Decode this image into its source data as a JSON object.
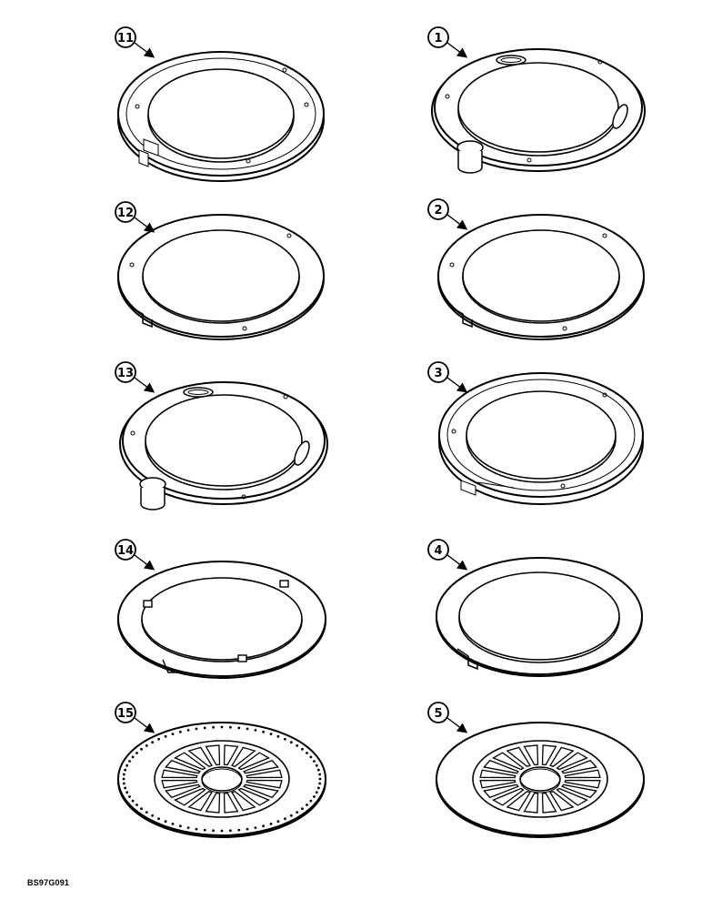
{
  "figure_code": "BS97G091",
  "colors": {
    "line": "#000000",
    "paper": "#ffffff"
  },
  "parts": [
    {
      "callout": "11",
      "kind": "thick-ring"
    },
    {
      "callout": "1",
      "kind": "tab-ring"
    },
    {
      "callout": "12",
      "kind": "flat-plate"
    },
    {
      "callout": "2",
      "kind": "flat-plate"
    },
    {
      "callout": "13",
      "kind": "tab-ring"
    },
    {
      "callout": "3",
      "kind": "thick-ring"
    },
    {
      "callout": "14",
      "kind": "notched-plate"
    },
    {
      "callout": "4",
      "kind": "flat-plate-inner-tab"
    },
    {
      "callout": "15",
      "kind": "perforated-disc"
    },
    {
      "callout": "5",
      "kind": "solid-disc"
    }
  ]
}
